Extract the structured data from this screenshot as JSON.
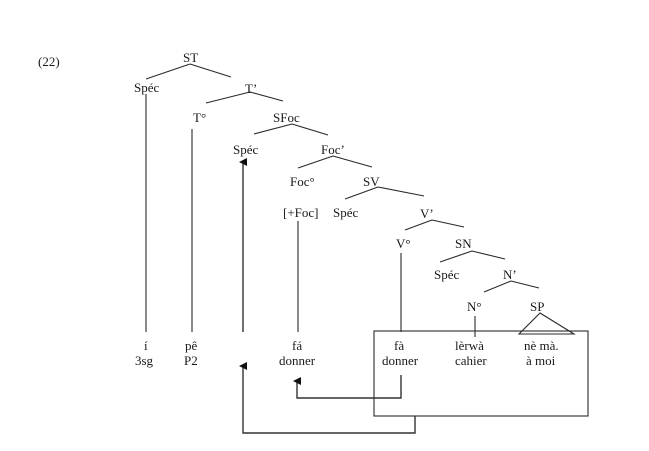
{
  "example_number": "(22)",
  "nodes": {
    "st": "ST",
    "spec_st": "Spéc",
    "t_bar": "T’",
    "t_head": "T°",
    "sfoc": "SFoc",
    "spec_sfoc": "Spéc",
    "foc_bar": "Foc’",
    "foc_head": "Foc°",
    "foc_feature": "[+Foc]",
    "sv": "SV",
    "spec_sv": "Spéc",
    "v_bar": "V’",
    "v_head": "V°",
    "sn": "SN",
    "spec_sn": "Spéc",
    "n_bar": "N’",
    "n_head": "N°",
    "sp": "SP"
  },
  "leaves": [
    {
      "word": "í",
      "gloss": "3sg"
    },
    {
      "word": "pê",
      "gloss": "P2"
    },
    {
      "word": "fá",
      "gloss": "donner"
    },
    {
      "word": "fà",
      "gloss": "donner"
    },
    {
      "word": "lèrwà",
      "gloss": "cahier"
    },
    {
      "word": "nè mà.",
      "gloss": "à moi"
    }
  ]
}
